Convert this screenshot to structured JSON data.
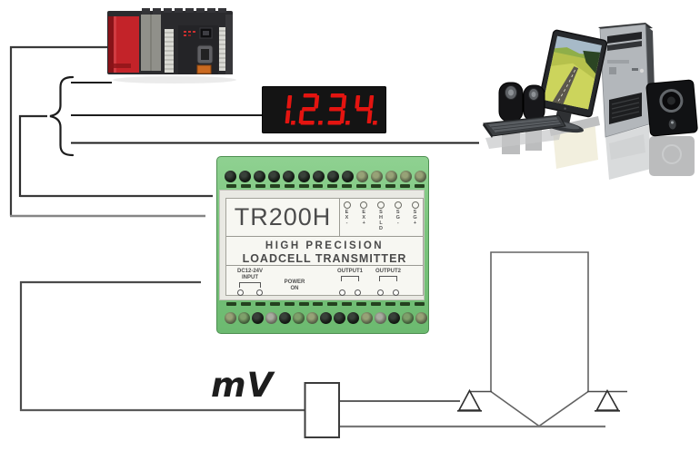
{
  "page": {
    "background": "#ffffff"
  },
  "display": {
    "value": "1.2.3.4.",
    "digits": "1234",
    "segment_color": "#e41410",
    "background": "#141414"
  },
  "transmitter": {
    "model": "TR200H",
    "subtitle_line1": "HIGH PRECISION",
    "subtitle_line2": "LOADCELL TRANSMITTER",
    "signal_terminals": [
      "EX-",
      "EX+",
      "SHLD",
      "SG-",
      "SG+"
    ],
    "power_input_line1": "DC12-24V",
    "power_input_line2": "INPUT",
    "power_on_line1": "POWER",
    "power_on_line2": "ON",
    "output1_label": "OUTPUT1",
    "output2_label": "OUTPUT2",
    "colors": {
      "body": "#7cc57e",
      "label_bg": "#f7f7f2",
      "text": "#4c4c4c"
    }
  },
  "loadcell": {
    "signal_label": "mV"
  }
}
